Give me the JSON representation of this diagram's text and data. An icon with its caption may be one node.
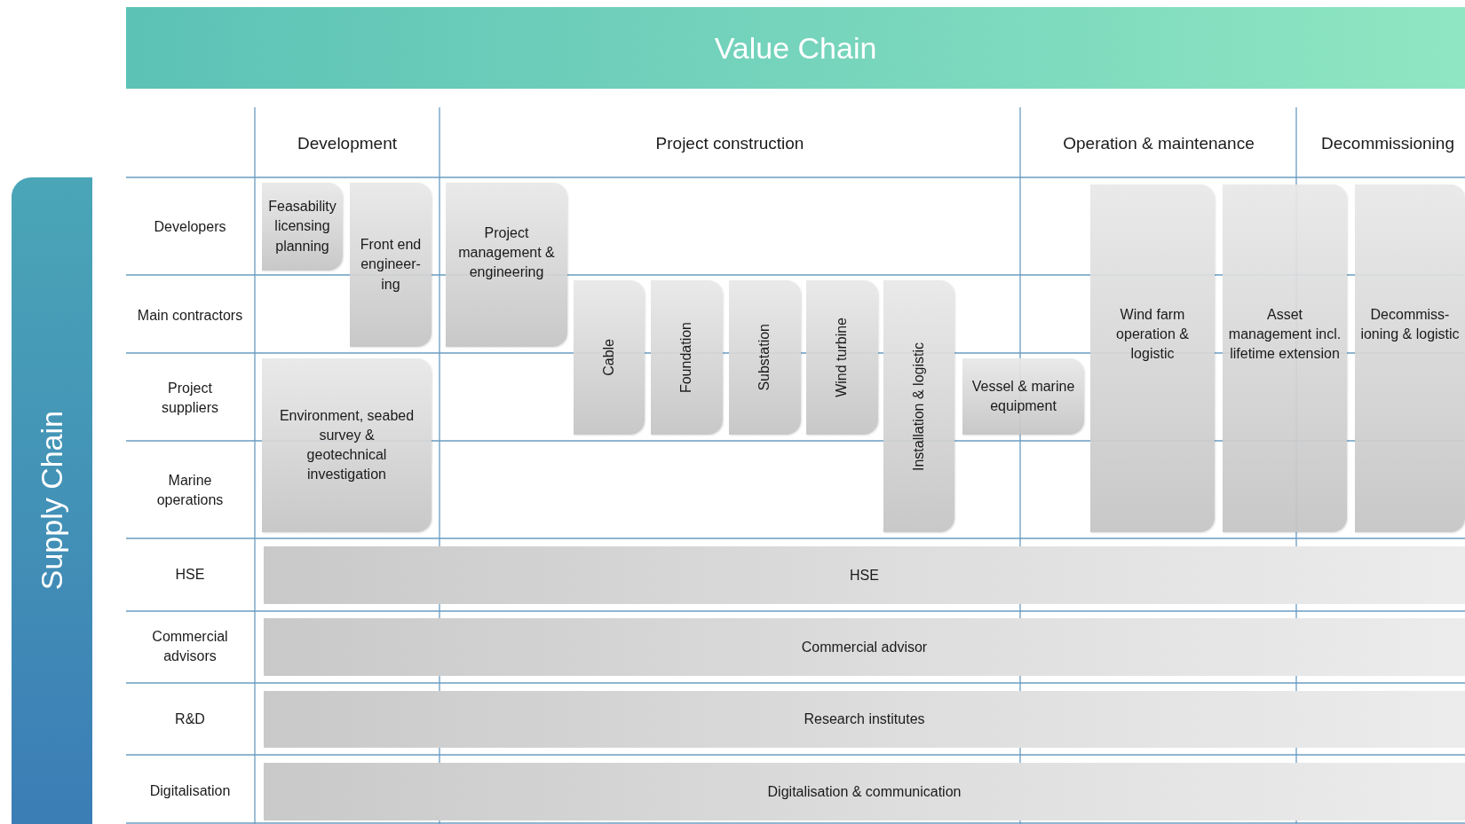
{
  "diagram": {
    "nodes": [
      {
        "text": [
          "Value Chain"
        ]
      },
      {
        "text": [
          "Supply Chain"
        ]
      },
      {
        "text": [
          "Feasability licensing planning"
        ]
      },
      {
        "text": [
          "Front end engineer-ing"
        ]
      },
      {
        "text": [
          "Project management & engineering"
        ]
      },
      {
        "text": [
          "Wind farm operation & logistic"
        ]
      },
      {
        "text": [
          "Asset management incl. lifetime extension"
        ]
      },
      {
        "text": [
          "Decommiss-ioning & logistic"
        ]
      },
      {
        "text": [
          "Cable"
        ]
      },
      {
        "text": [
          "Foundation"
        ]
      },
      {
        "text": [
          "Substation"
        ]
      },
      {
        "text": [
          "Wind turbine"
        ]
      },
      {
        "text": [
          "Installation & logistic"
        ]
      },
      {
        "text": [
          "Vessel & marine equipment"
        ]
      },
      {
        "text": [
          "Environment, seabed survey & geotechnical investigation"
        ]
      },
      {
        "text": [
          "HSE"
        ]
      },
      {
        "text": [
          "Commercial advisor"
        ]
      },
      {
        "text": [
          "Research institutes"
        ]
      },
      {
        "text": [
          "Digitalisation & communication"
        ]
      }
    ],
    "labels": [
      "Development",
      "Project construction",
      "Operation & maintenance",
      "Decommissioning",
      "Developers",
      "Main contractors",
      "Project suppliers",
      "Marine operations",
      "HSE",
      "Commercial advisors",
      "R&D",
      "Digitalisation"
    ]
  }
}
